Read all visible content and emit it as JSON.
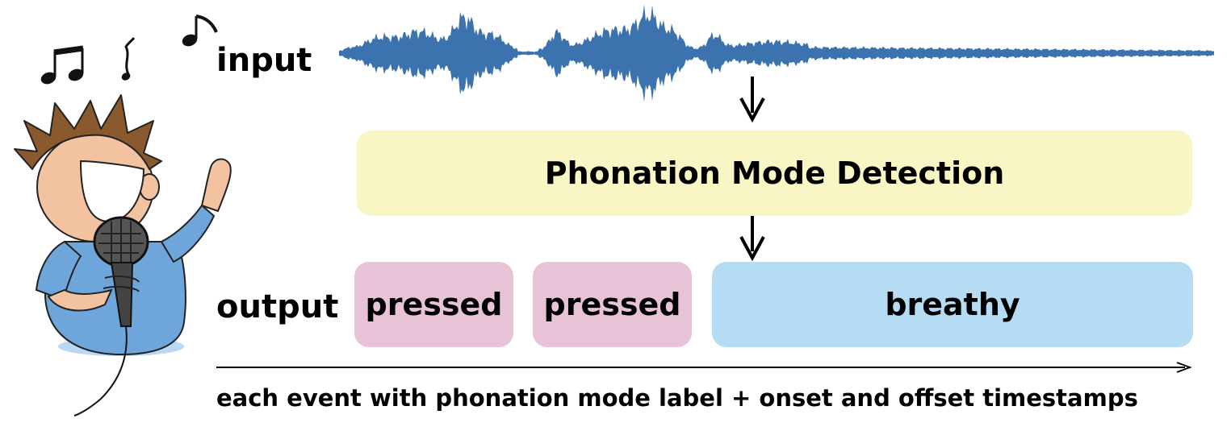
{
  "input_label": "input",
  "output_label": "output",
  "detector": {
    "label": "Phonation Mode Detection",
    "color": "#f8f6c4"
  },
  "events": [
    {
      "label": "pressed",
      "color": "#e8c3d8"
    },
    {
      "label": "pressed",
      "color": "#e8c3d8"
    },
    {
      "label": "breathy",
      "color": "#b5dcf3"
    }
  ],
  "caption": "each event with phonation mode label + onset and offset timestamps",
  "waveform_color": "#3c72ae",
  "icons": {
    "singer": "singer-illustration-icon",
    "notes": "music-notes-icon",
    "arrow": "down-arrow-icon"
  }
}
